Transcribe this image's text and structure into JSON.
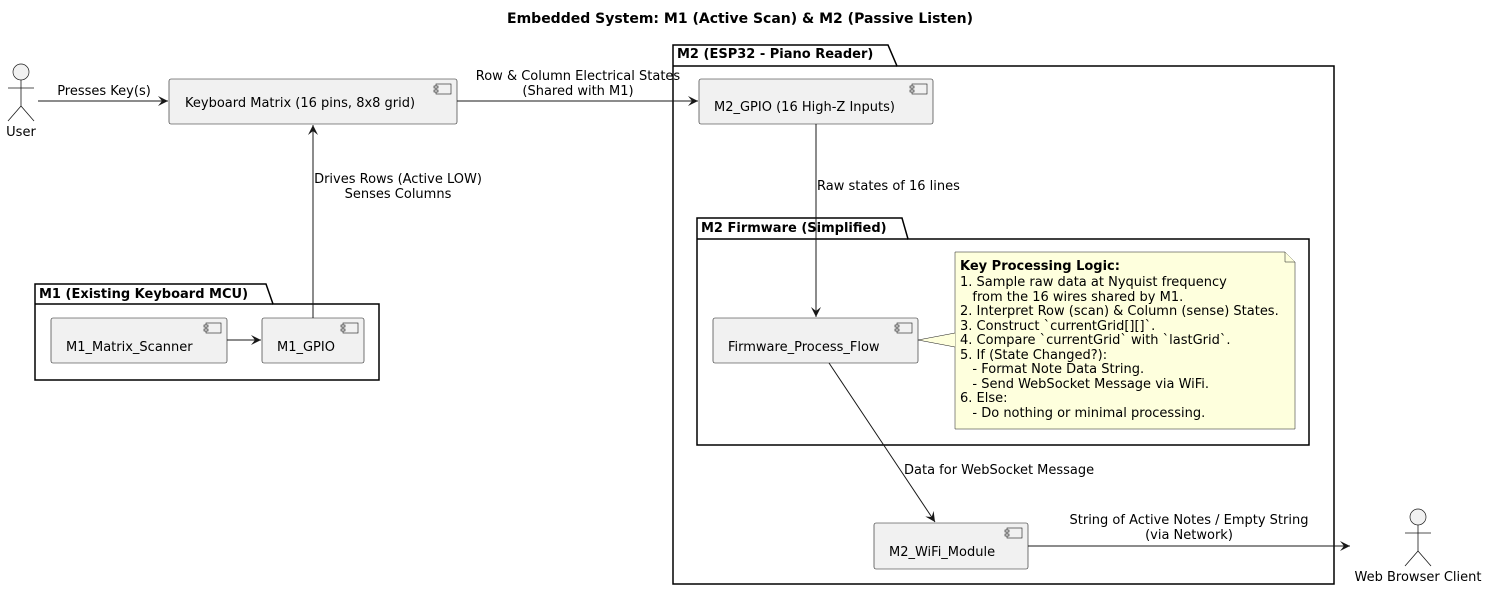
{
  "title": "Embedded System: M1 (Active Scan) & M2 (Passive Listen)",
  "actors": {
    "user": "User",
    "browser": "Web Browser Client"
  },
  "packages": {
    "m1": "M1 (Existing Keyboard MCU)",
    "m2": "M2 (ESP32 - Piano Reader)",
    "firmware": "M2 Firmware (Simplified)"
  },
  "components": {
    "keyboard": "Keyboard Matrix (16 pins, 8x8 grid)",
    "m1_scanner": "M1_Matrix_Scanner",
    "m1_gpio": "M1_GPIO",
    "m2_gpio": "M2_GPIO (16 High-Z Inputs)",
    "firmware_flow": "Firmware_Process_Flow",
    "wifi": "M2_WiFi_Module"
  },
  "edges": {
    "presses": "Presses Key(s)",
    "row_col_1": "Row & Column Electrical States",
    "row_col_2": "(Shared with M1)",
    "drives_1": "Drives Rows (Active LOW)",
    "drives_2": "Senses Columns",
    "raw": "Raw states of 16 lines",
    "data_ws": "Data for WebSocket Message",
    "string_1": "String of Active Notes / Empty String",
    "string_2": "(via Network)"
  },
  "note": {
    "heading": "Key Processing Logic:",
    "lines": [
      "1. Sample raw data at Nyquist frequency",
      "   from the 16 wires shared by M1.",
      "2. Interpret Row (scan) & Column (sense) States.",
      "3. Construct `currentGrid[][]`.",
      "4. Compare `currentGrid` with `lastGrid`.",
      "5. If (State Changed?):",
      "   - Format Note Data String.",
      "   - Send WebSocket Message via WiFi.",
      "6. Else:",
      "   - Do nothing or minimal processing."
    ]
  },
  "colors": {
    "component_fill": "#f1f1f1",
    "note_fill": "#feffdd",
    "line": "#181818"
  }
}
